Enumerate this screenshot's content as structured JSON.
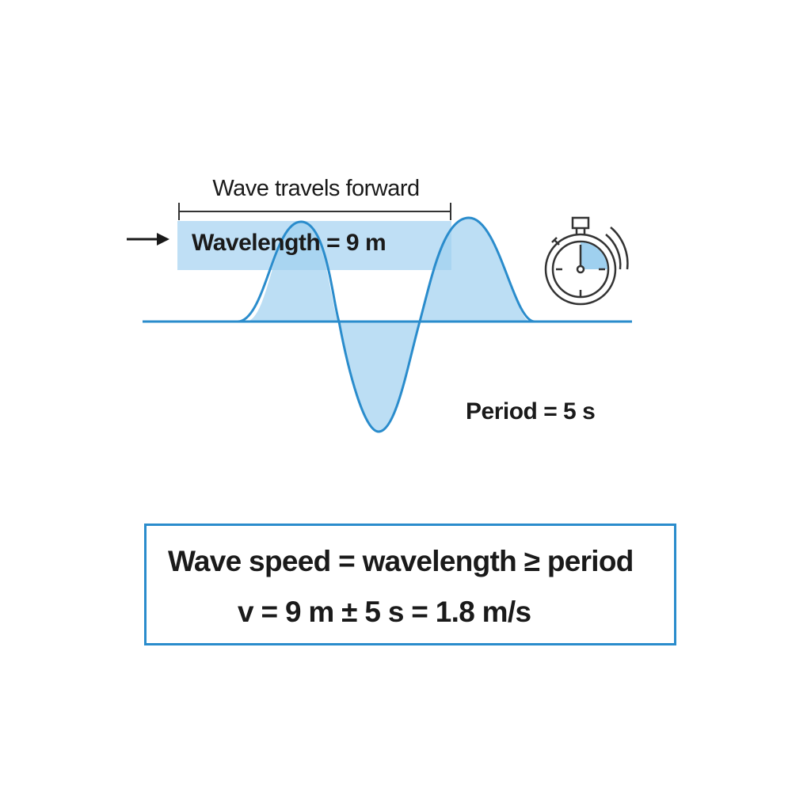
{
  "diagram": {
    "travel_label": "Wave travels forward",
    "wavelength_label": "Wavelength = 9 m",
    "period_label": "Period = 5 s",
    "icons": {
      "direction": "arrow-right-icon",
      "timer": "stopwatch-icon"
    },
    "formula": {
      "line1": "Wave speed = wavelength ≥ period",
      "line2": "v = 9 m ± 5 s = 1.8 m/s"
    },
    "colors": {
      "wave_stroke": "#2a8ccc",
      "wave_fill": "#b9ddf3",
      "highlight_band": "#b3daf2",
      "box_border": "#2a8ccc",
      "text": "#1a1a1a"
    }
  }
}
